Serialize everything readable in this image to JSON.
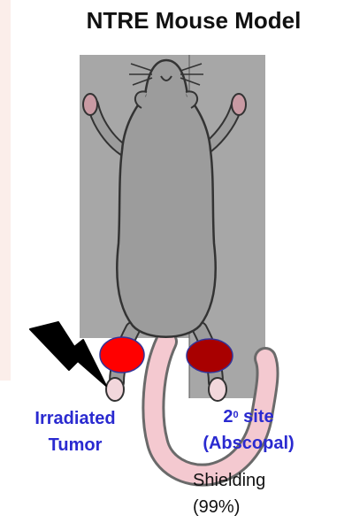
{
  "title": "NTRE Mouse Model",
  "labels": {
    "irradiated_line1": "Irradiated",
    "irradiated_line2": "Tumor",
    "site_prefix": "2",
    "site_superscript": "0",
    "site_word": " site",
    "site_line2": "(Abscopal)",
    "shielding_line1": "Shielding",
    "shielding_line2": "(99%)"
  },
  "colors": {
    "shield_panel": "#a7a7a7",
    "mouse_body": "#9c9c9c",
    "tail": "#f4c9d0",
    "irradiated_tumor": "#ff0000",
    "abscopal_tumor": "#a80000",
    "label_blue": "#2a2ad0"
  },
  "icons": [
    "lightning-bolt-icon"
  ]
}
